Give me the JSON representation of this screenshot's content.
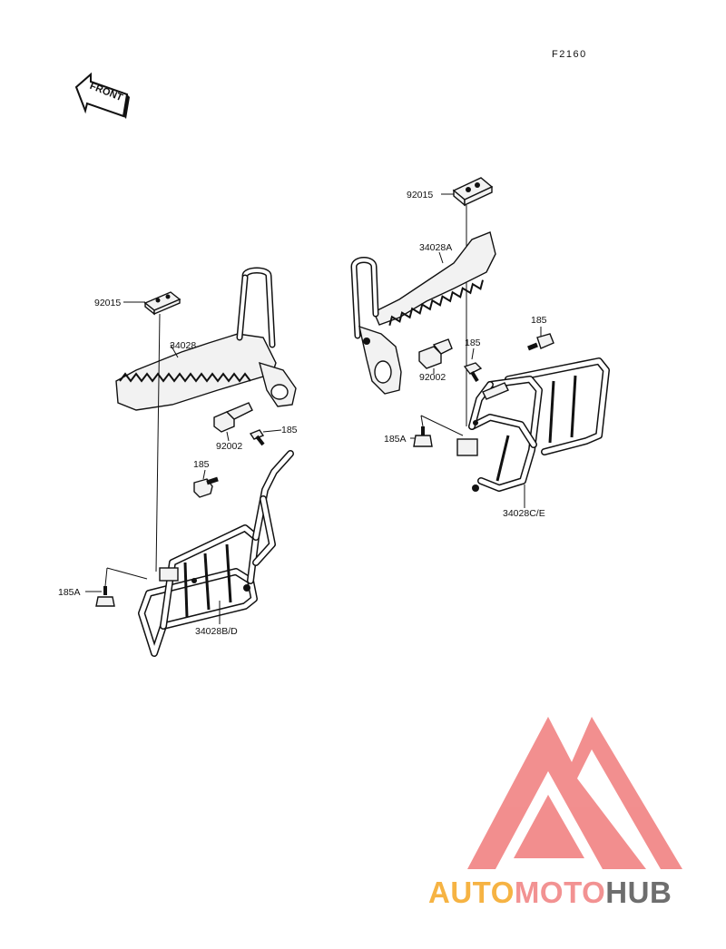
{
  "figure_code": "F2160",
  "front_arrow_label": "FRONT",
  "brand": {
    "auto": "AUTO",
    "moto": "MOTO",
    "hub": "HUB",
    "colors": {
      "auto": "#f5a623",
      "moto": "#f08080",
      "hub": "#555555",
      "triangle": "#f07b7b"
    }
  },
  "left_assembly": {
    "labels": {
      "pad": "92015",
      "step": "34028",
      "bolt": "92002",
      "screw_right": "185",
      "screw_left": "185",
      "screw_bottom": "185A",
      "guard": "34028B/D"
    }
  },
  "right_assembly": {
    "labels": {
      "pad": "92015",
      "step": "34028A",
      "bolt": "92002",
      "screw_mid": "185",
      "screw_top": "185",
      "screw_left": "185A",
      "guard": "34028C/E"
    }
  }
}
